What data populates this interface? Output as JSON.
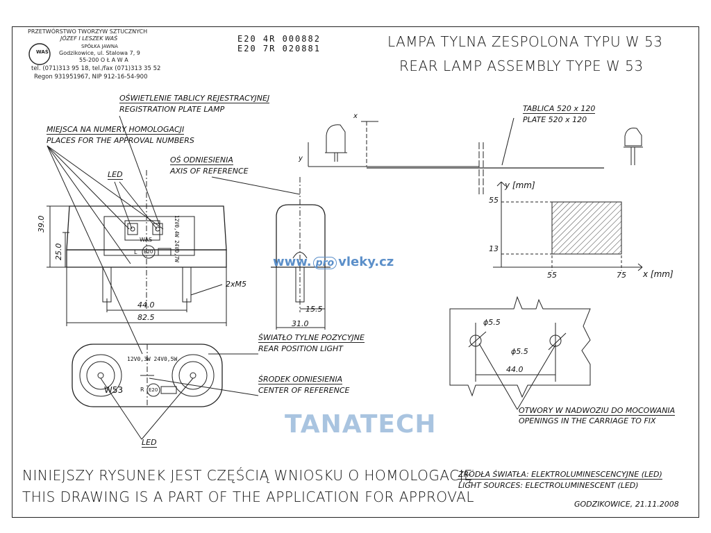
{
  "company": {
    "line1": "PRZETWÓRSTWO TWORZYW SZTUCZNYCH",
    "line2": "JÓZEF I LESZEK WAŚ",
    "line3": "SPÓŁKA JAWNA",
    "line4": "Godzikowice, ul. Stalowa 7, 9",
    "line5": "55-200 O Ł A W A",
    "line6": "tel. (071)313 95 18, tel./fax (071)313 35 52",
    "line7": "Regon 931951967, NIP 912-16-54-900",
    "logo_text": "WAŚ"
  },
  "approval": {
    "line1": "E20 4R 000882",
    "line2": "E20 7R 020881"
  },
  "title": {
    "pl": "LAMPA TYLNA ZESPOLONA TYPU W 53",
    "en": "REAR LAMP ASSEMBLY TYPE W 53"
  },
  "labels": {
    "plate_lamp_pl": "OŚWIETLENIE TABLICY REJESTRACYJNEJ",
    "plate_lamp_en": "REGISTRATION PLATE LAMP",
    "approval_places_pl": "MIEJSCA NA NUMERY HOMOLOGACJI",
    "approval_places_en": "PLACES FOR THE APPROVAL NUMBERS",
    "axis_pl": "OŚ ODNIESIENIA",
    "axis_en": "AXIS OF REFERENCE",
    "led_top": "LED",
    "led_bottom": "LED",
    "rear_pos_pl": "ŚWIATŁO TYLNE POZYCYJNE",
    "rear_pos_en": "REAR POSITION LIGHT",
    "center_pl": "ŚRODEK ODNIESIENIA",
    "center_en": "CENTER OF REFERENCE",
    "plate_pl": "TABLICA 520 x 120",
    "plate_en": "PLATE 520 x 120",
    "openings_pl": "OTWORY W NADWOZIU DO MOCOWANIA",
    "openings_en": "OPENINGS IN THE CARRIAGE TO FIX",
    "x_small": "x",
    "y_small": "y"
  },
  "dimensions": {
    "h39": "39.0",
    "h25": "25.0",
    "w44": "44.0",
    "w825": "82.5",
    "m5": "2xM5",
    "w155": "15.5",
    "w31": "31.0",
    "d55a": "ϕ5.5",
    "d55b": "ϕ5.5",
    "w44b": "44.0"
  },
  "lamp_markings": {
    "was": "WAS",
    "L": "L",
    "e20a": "E20",
    "vert": "12V0,4W 24V0,7W",
    "power": "12V0,3W 24V0,5W",
    "R": "R",
    "e20b": "E20",
    "w53": "W53"
  },
  "graph": {
    "y_label": "y [mm]",
    "x_label": "x [mm]",
    "y55": "55",
    "y13": "13",
    "x55": "55",
    "x75": "75"
  },
  "watermarks": {
    "site_pre": "www.",
    "site_pro": "pro",
    "site_post": "vleky.cz",
    "tanatech": "TANATECH"
  },
  "footer": {
    "pl": "NINIEJSZY RYSUNEK JEST CZĘŚCIĄ WNIOSKU O HOMOLOGACJĘ",
    "en": "THIS DRAWING IS A PART OF THE APPLICATION FOR APPROVAL",
    "src_pl": "ŹRÓDŁA ŚWIATŁA: ELEKTROLUMINESCENCYJNE (LED)",
    "src_en": "LIGHT SOURCES: ELECTROLUMINESCENT (LED)",
    "place_date": "GODZIKOWICE, 21.11.2008"
  },
  "colors": {
    "ink": "#222222",
    "watermark_blue": "#5b8fc9",
    "tanatech": "#a9c4e0",
    "hatch": "#333333"
  }
}
